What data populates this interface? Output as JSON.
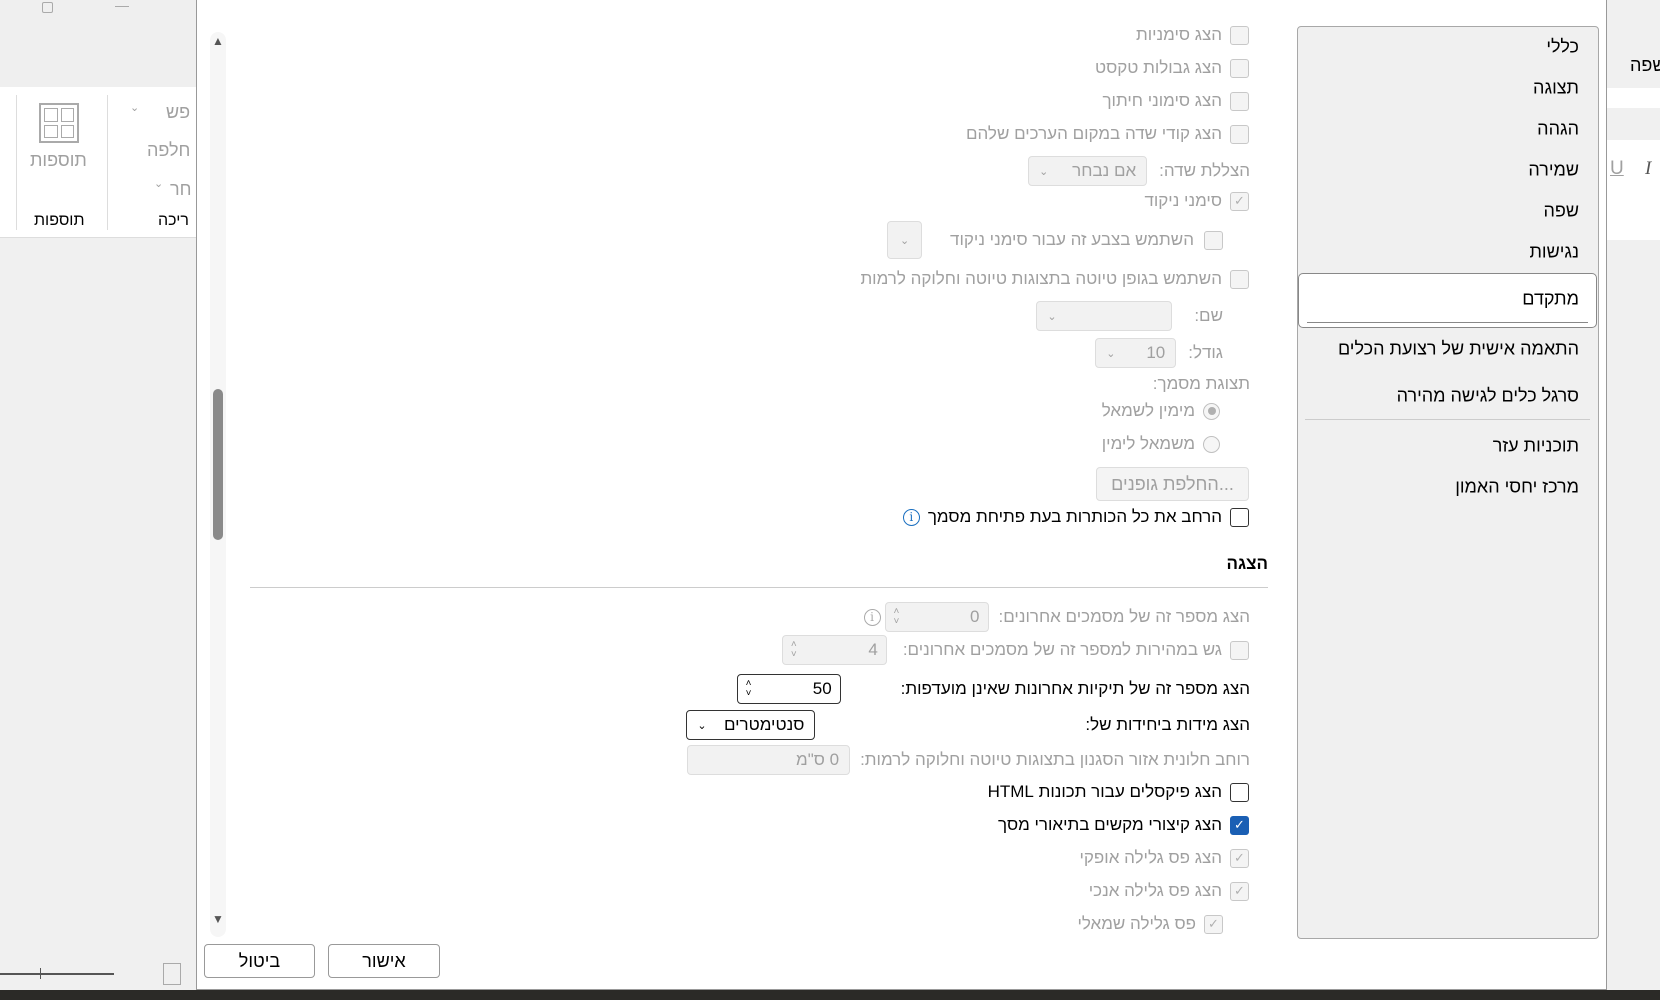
{
  "app": {
    "ribbon": {
      "addins_button": "תוספות",
      "addins_group": "תוספות",
      "find": "פש",
      "replace": "חלפה",
      "select": "חר",
      "editing_group": "ריכה"
    },
    "right_partial": {
      "language": "שפה",
      "italic": "I",
      "underline": "U"
    }
  },
  "sidebar": {
    "items": [
      {
        "label": "כללי"
      },
      {
        "label": "תצוגה"
      },
      {
        "label": "הגהה"
      },
      {
        "label": "שמירה"
      },
      {
        "label": "שפה"
      },
      {
        "label": "נגישות"
      },
      {
        "label": "מתקדם",
        "selected": true
      },
      {
        "label": "התאמה אישית של רצועת הכלים"
      },
      {
        "label": "סרגל כלים לגישה מהירה"
      },
      {
        "label": "תוכניות עזר"
      },
      {
        "label": "מרכז יחסי האמון"
      }
    ]
  },
  "content": {
    "show_bookmarks": {
      "label": "הצג סימניות",
      "checked": false
    },
    "show_text_boundaries": {
      "label": "הצג גבולות טקסט",
      "checked": false
    },
    "show_crop_marks": {
      "label": "הצג סימוני חיתוך",
      "checked": false
    },
    "show_field_codes": {
      "label": "הצג קודי שדה במקום הערכים שלהם",
      "checked": false
    },
    "field_shading": {
      "label": "הצללת שדה:",
      "value": "אם נבחר"
    },
    "diacritics": {
      "label": "סימני ניקוד",
      "checked": true
    },
    "diacritics_color": {
      "label": "השתמש בצבע זה עבור סימני ניקוד",
      "checked": false
    },
    "draft_font": {
      "label": "השתמש בגופן טיוטה בתצוגות טיוטה וחלוקה לרמות",
      "checked": false
    },
    "font_name": {
      "label": "שם:",
      "value": ""
    },
    "font_size": {
      "label": "גודל:",
      "value": "10"
    },
    "document_view": {
      "label": "תצוגת מסמך:",
      "options": [
        {
          "label": "מימין לשמאל",
          "selected": true
        },
        {
          "label": "משמאל לימין",
          "selected": false
        }
      ]
    },
    "font_substitution": "החלפת גופנים...",
    "expand_headings": {
      "label": "הרחב את כל הכותרות בעת פתיחת מסמך",
      "checked": false
    },
    "display_heading": "הצגה",
    "recent_docs": {
      "label": "הצג מספר זה של מסמכים אחרונים:",
      "value": "0"
    },
    "quick_access_recent": {
      "label": "גש במהירות למספר זה של מסמכים אחרונים:",
      "value": "4",
      "checked": false
    },
    "recent_folders": {
      "label": "הצג מספר זה של תיקיות אחרונות שאינן מועדפות:",
      "value": "50"
    },
    "units": {
      "label": "הצג מידות ביחידות של:",
      "value": "סנטימטרים"
    },
    "style_pane_width": {
      "label": "רוחב חלונית אזור הסגנון בתצוגות טיוטה וחלוקה לרמות:",
      "value": "0 ס\"מ"
    },
    "pixels_html": {
      "label": "הצג פיקסלים עבור תכונות HTML",
      "checked": false
    },
    "shortcut_keys": {
      "label": "הצג קיצורי מקשים בתיאורי מסך",
      "checked": true
    },
    "horizontal_scroll": {
      "label": "הצג פס גלילה אופקי",
      "checked": true
    },
    "vertical_scroll": {
      "label": "הצג פס גלילה אנכי",
      "checked": true
    },
    "left_scroll": {
      "label": "פס גלילה שמאלי",
      "checked": true
    }
  },
  "footer": {
    "ok": "אישור",
    "cancel": "ביטול"
  },
  "colors": {
    "accent": "#1a5fb4",
    "disabled_text": "#a0a0a0",
    "info": "#1a6fc0"
  }
}
